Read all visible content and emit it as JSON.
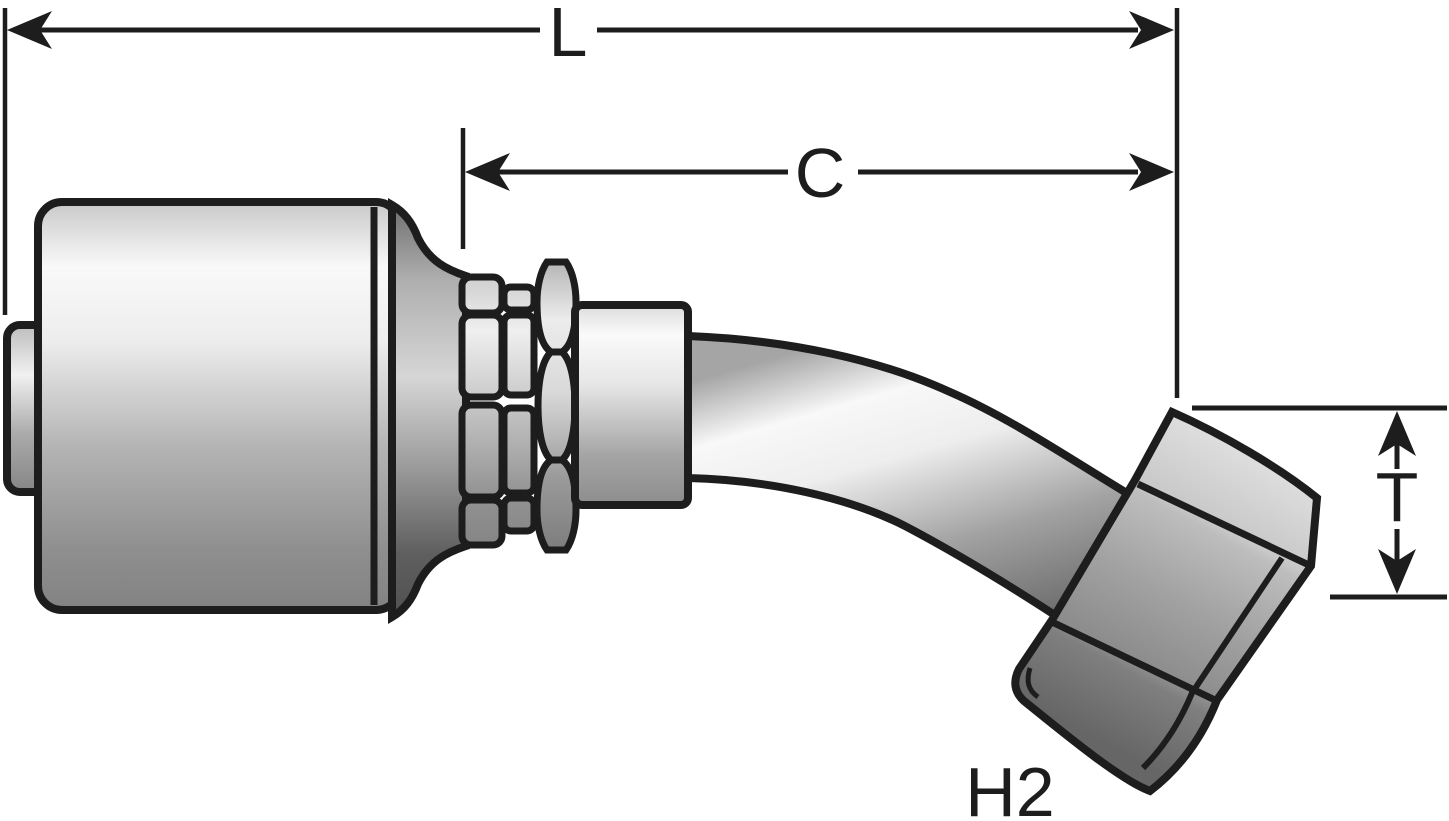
{
  "figure": {
    "type": "hydraulic-coupling-dimension-diagram",
    "part_code": "H2"
  },
  "dimensions": {
    "L": {
      "label": "L"
    },
    "C": {
      "label": "C"
    },
    "T": {
      "label": "T"
    }
  },
  "colors": {
    "background": "#ffffff",
    "outline": "#1d1d1d",
    "metal_bright": "#f8f8f8",
    "metal_mid": "#ababab",
    "metal_dark": "#4c4c4c"
  }
}
